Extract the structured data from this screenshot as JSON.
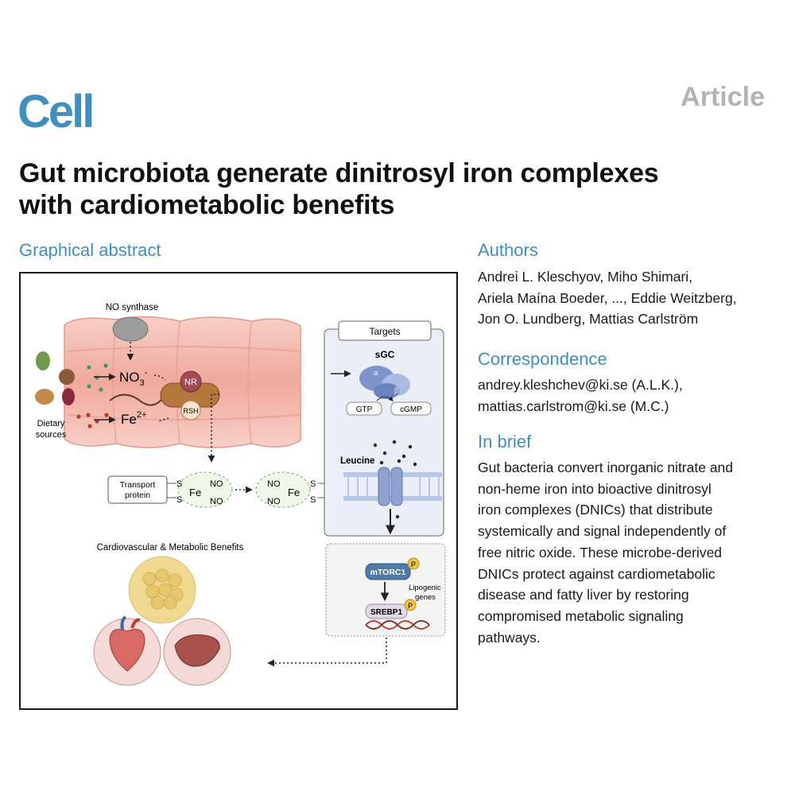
{
  "header": {
    "journal": "Cell",
    "article_type": "Article"
  },
  "title": {
    "line1": "Gut microbiota generate dinitrosyl iron complexes",
    "line2": "with cardiometabolic benefits"
  },
  "graphical_abstract": {
    "heading": "Graphical abstract",
    "no_synthase": "NO synthase",
    "no3_base": "NO",
    "no3_sub": "3",
    "no3_sup": "-",
    "fe_base": "Fe",
    "fe_sup": "2+",
    "nr": "NR",
    "rsh": "RSH",
    "dietary_line1": "Dietary",
    "dietary_line2": "sources",
    "transport_line1": "Transport",
    "transport_line2": "protein",
    "s_label": "S",
    "fe_label": "Fe",
    "no_label": "NO",
    "targets": "Targets",
    "sgc": "sGC",
    "alpha": "α",
    "beta": "β",
    "gtp": "GTP",
    "cgmp": "cGMP",
    "leucine": "Leucine",
    "mtorc1": "mTORC1",
    "p_label": "P",
    "lipogenic_line1": "Lipogenic",
    "lipogenic_line2": "genes",
    "srebp1": "SREBP1",
    "benefits": "Cardiovascular & Metabolic Benefits",
    "colors": {
      "frame": "#1a1a1a",
      "intestine": "#f2b4a8",
      "bacterium": "#b5773b",
      "panel": "#e9eef7",
      "sgc": "#7e95cc",
      "mtorc1": "#4f79a8",
      "srebp1": "#e0d9e6",
      "phospho": "#f2c243",
      "fat": "#f1d890",
      "heart": "#d86a66",
      "liver": "#a8504a"
    }
  },
  "authors": {
    "heading": "Authors",
    "line1": "Andrei L. Kleschyov, Miho Shimari,",
    "line2": "Ariela Maína Boeder, ..., Eddie Weitzberg,",
    "line3": "Jon O. Lundberg, Mattias Carlström"
  },
  "correspondence": {
    "heading": "Correspondence",
    "line1": "andrey.kleshchev@ki.se (A.L.K.),",
    "line2": "mattias.carlstrom@ki.se (M.C.)"
  },
  "in_brief": {
    "heading": "In brief",
    "lines": [
      "Gut bacteria convert inorganic nitrate and",
      "non-heme iron into bioactive dinitrosyl",
      "iron complexes (DNICs) that distribute",
      "systemically and signal independently of",
      "free nitric oxide. These microbe-derived",
      "DNICs protect against cardiometabolic",
      "disease and fatty liver by restoring",
      "compromised metabolic signaling",
      "pathways."
    ]
  }
}
